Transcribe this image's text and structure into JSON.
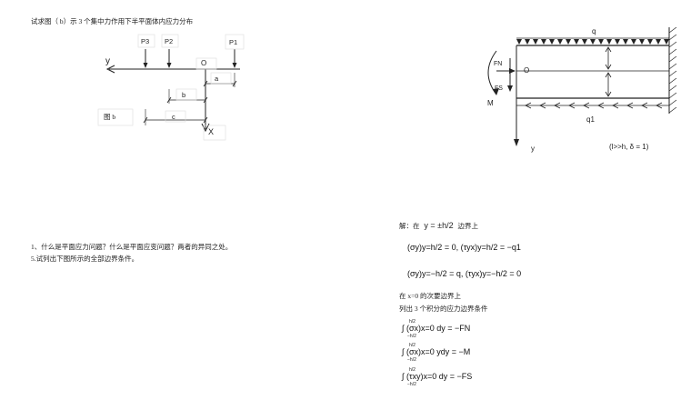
{
  "left_top": {
    "title": "试求图（ b）示 3 个集中力作用下半平面体内应力分布"
  },
  "figure_b": {
    "labels": {
      "p3": "P3",
      "p2": "P2",
      "p1": "P1",
      "y": "y",
      "o": "O",
      "a": "a",
      "b": "b",
      "c": "c",
      "x": "X",
      "caption": "图 b"
    }
  },
  "figure_right": {
    "labels": {
      "q": "q",
      "fn": "FN",
      "o": "O",
      "fs": "FS",
      "m": "M",
      "q1": "q1",
      "y": "y",
      "cond": "(l>>h, δ = 1)"
    }
  },
  "left_questions": [
    "1、什么是平面应力问题？什么是平面应变问题？两者的异同之处。",
    "5.试列出下图所示的全部边界条件。"
  ],
  "solution": {
    "intro_prefix": "解：在",
    "intro_eq": "y = ±h/2",
    "intro_suffix": "边界上",
    "eq1": "(σy)y=h/2 = 0, (τyx)y=h/2 = −q1",
    "eq2": "(σy)y=−h/2 = q, (τyx)y=−h/2 = 0",
    "line3": "在 x=0 的次要边界上",
    "line4": "列出 3 个积分的应力边界条件",
    "int1": "∫ (σx)x=0 dy = −FN",
    "int2": "∫ (σx)x=0 ydy = −M",
    "int3": "∫ (τxy)x=0 dy = −FS",
    "limit_top": "h/2",
    "limit_bottom": "−h/2"
  }
}
